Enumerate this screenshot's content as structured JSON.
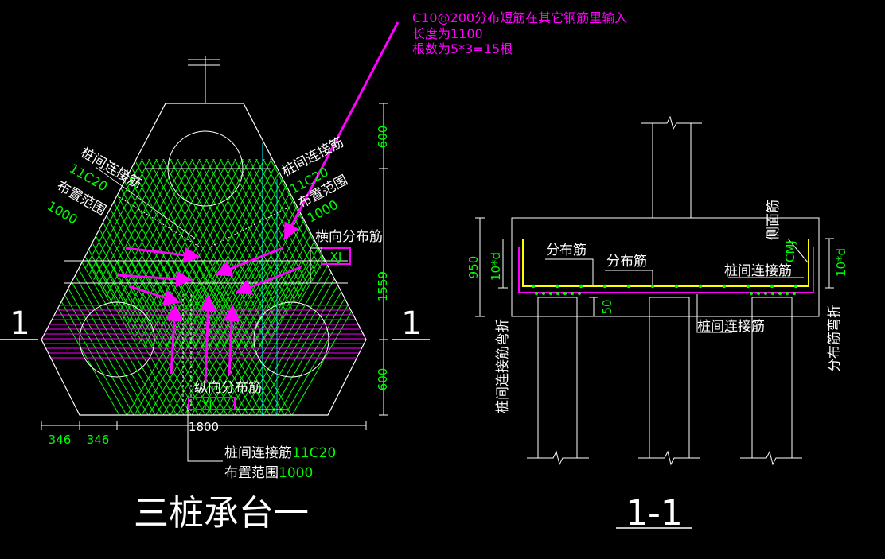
{
  "colors": {
    "background": "#000000",
    "white": "#ffffff",
    "green": "#00ff00",
    "magenta": "#ff00ff",
    "cyan": "#00ffff",
    "yellow": "#ffff00"
  },
  "note": {
    "line1": "C10@200分布短筋在其它钢筋里输入",
    "line2": "长度为1100",
    "line3": "根数为5*3=15根"
  },
  "plan": {
    "title": "三桩承台一",
    "section_mark_left": "1",
    "section_mark_right": "1",
    "left_label": {
      "name": "桩间连接筋",
      "spec": "11C20",
      "range_label": "布置范围",
      "range_value": "1000"
    },
    "right_label": {
      "name": "桩间连接筋",
      "spec": "11C20",
      "range_label": "布置范围",
      "range_value": "1000"
    },
    "bottom_label": {
      "name": "桩间连接筋",
      "spec": "11C20",
      "range_label": "布置范围",
      "range_value": "1000"
    },
    "transverse": {
      "label": "横向分布筋",
      "tag": "XJ"
    },
    "longitudinal": {
      "label": "纵向分布筋",
      "tag": "YJ"
    },
    "dims": {
      "right": [
        "600",
        "1559",
        "600"
      ],
      "bottom_left": [
        "346",
        "346"
      ],
      "bottom_total": "1800"
    }
  },
  "section": {
    "title": "1-1",
    "labels": {
      "dist1": "分布筋",
      "dist2": "分布筋",
      "conn_top": "桩间连接筋",
      "conn_bottom": "桩间连接筋",
      "side_face": "侧面筋",
      "side_tag": "CMJ",
      "left_vertical": "桩间连接筋弯折",
      "right_vertical": "分布筋弯折"
    },
    "dims": {
      "height": "950",
      "bend_left": "10*d",
      "bend_right": "10*d",
      "cover": "50"
    }
  }
}
